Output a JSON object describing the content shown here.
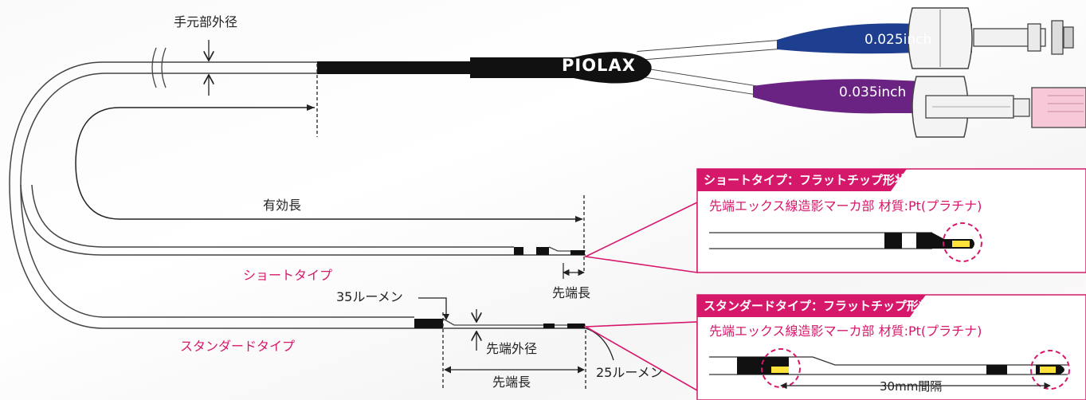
{
  "colors": {
    "accent_pink": "#d6186a",
    "hub_blue": "#1e3f8f",
    "hub_purple": "#6a2382",
    "shaft_black": "#111111",
    "marker_yellow": "#ffe23a"
  },
  "hubs": {
    "logo": "PIOLAX",
    "blue_label": "0.025inch",
    "purple_label": "0.035inch"
  },
  "labels": {
    "proximal_od": "手元部外径",
    "effective_length": "有効長",
    "short_type": "ショートタイプ",
    "standard_type": "スタンダードタイプ",
    "tip_length": "先端長",
    "tip_length_2": "先端長",
    "lumen_35": "35ルーメン",
    "lumen_25": "25ルーメン",
    "tip_od": "先端外径"
  },
  "panels": {
    "short": {
      "title": "ショートタイプ：フラットチップ形状部",
      "marker_note": "先端エックス線造影マーカ部 材質:Pt(プラチナ)"
    },
    "standard": {
      "title": "スタンダードタイプ：フラットチップ形状部",
      "marker_note": "先端エックス線造影マーカ部 材質:Pt(プラチナ)",
      "spacing_label": "30mm間隔"
    }
  }
}
